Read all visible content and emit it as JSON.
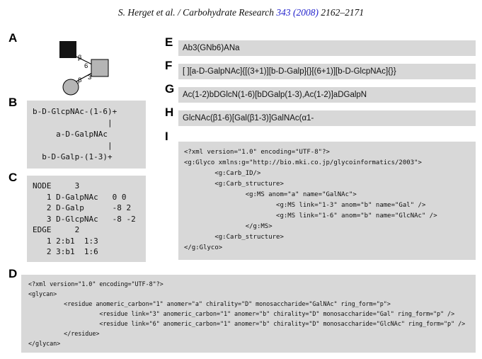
{
  "header": {
    "prefix": "S. Herget et al. / Carbohydrate Research ",
    "volume": "343 (2008)",
    "pages": " 2162–2171"
  },
  "colors": {
    "box_bg": "#d8d8d8",
    "volume_link": "#2222cc",
    "black_residue": "#141414",
    "gray_residue": "#b5b5b5"
  },
  "panels": {
    "A": {
      "label": "A",
      "residue_icons": [
        "black-square-GlcNAc",
        "gray-square-GalNAc",
        "gray-circle-Gal"
      ],
      "linkages": [
        "β",
        "6",
        "β",
        "3"
      ]
    },
    "B": {
      "label": "B",
      "lines": [
        "b-D-GlcpNAc-(1-6)+",
        "                |",
        "     a-D-GalpNAc",
        "                |",
        "  b-D-Galp-(1-3)+"
      ]
    },
    "C": {
      "label": "C",
      "lines": [
        "NODE     3",
        "   1 D-GalpNAc   0 0",
        "   2 D-Galp      -8 2",
        "   3 D-GlcpNAc   -8 -2",
        "EDGE     2",
        "   1 2:b1  1:3",
        "   2 3:b1  1:6"
      ]
    },
    "D": {
      "label": "D",
      "lines": [
        "<?xml version=\"1.0\" encoding=\"UTF-8\"?>",
        "<glycan>",
        "          <residue anomeric_carbon=\"1\" anomer=\"a\" chirality=\"D\" monosaccharide=\"GalNAc\" ring_form=\"p\">",
        "                    <residue link=\"3\" anomeric_carbon=\"1\" anomer=\"b\" chirality=\"D\" monosaccharide=\"Gal\" ring_form=\"p\" />",
        "                    <residue link=\"6\" anomeric_carbon=\"1\" anomer=\"b\" chirality=\"D\" monosaccharide=\"GlcNAc\" ring_form=\"p\" />",
        "          </residue>",
        "</glycan>"
      ]
    },
    "E": {
      "label": "E",
      "text": "Ab3(GNb6)ANa"
    },
    "F": {
      "label": "F",
      "text": "[ ][a-D-GalpNAc]{[(3+1)][b-D-Galp]{}[(6+1)][b-D-GlcpNAc]{}}"
    },
    "G": {
      "label": "G",
      "text": "Ac(1-2)bDGlcN(1-6)[bDGalp(1-3),Ac(1-2)]aDGalpN"
    },
    "H": {
      "label": "H",
      "text": "GlcNAc(β1-6)[Gal(β1-3)]GalNAc(α1-"
    },
    "I": {
      "label": "I",
      "lines": [
        "<?xml version=\"1.0\" encoding=\"UTF-8\"?>",
        "<g:Glyco xmlns:g=\"http://bio.mki.co.jp/glycoinformatics/2003\">",
        "        <g:Carb_ID/>",
        "        <g:Carb_structure>",
        "                <g:MS anom=\"a\" name=\"GalNAc\">",
        "                        <g:MS link=\"1-3\" anom=\"b\" name=\"Gal\" />",
        "                        <g:MS link=\"1-6\" anom=\"b\" name=\"GlcNAc\" />",
        "                </g:MS>",
        "        <g:Carb_structure>",
        "</g:Glyco>"
      ]
    }
  }
}
